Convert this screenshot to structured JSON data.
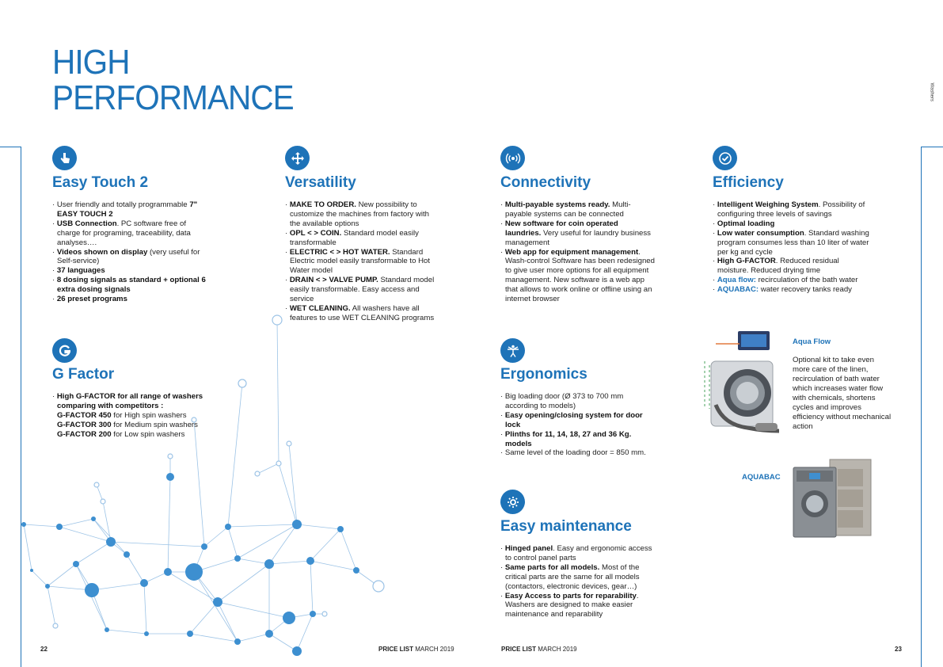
{
  "title": {
    "line1": "HIGH",
    "line2": "PERFORMANCE"
  },
  "side_label": "Washers",
  "colors": {
    "accent": "#1e73b8",
    "network": "#3d8fd0"
  },
  "sections": {
    "easy_touch": {
      "icon": "touch-hand-icon",
      "heading": "Easy Touch 2",
      "items": [
        {
          "b": "",
          "t": "User friendly and totally programmable ",
          "b2": "7\" EASY TOUCH 2"
        },
        {
          "b": "USB Connection",
          "t": ". PC software free of charge for programing, traceability, data analyses…."
        },
        {
          "b": "Videos shown on display",
          "t": " (very useful for Self-service)"
        },
        {
          "b": "37 languages",
          "t": ""
        },
        {
          "b": "8 dosing signals as standard + optional 6 extra dosing signals",
          "t": ""
        },
        {
          "b": "26 preset programs",
          "t": ""
        }
      ]
    },
    "versatility": {
      "icon": "arrows-cross-icon",
      "heading": "Versatility",
      "items": [
        {
          "b": "MAKE TO ORDER.",
          "t": " New possibility to customize the machines from factory with the available options"
        },
        {
          "b": "OPL < > COIN.",
          "t": " Standard model easily transformable"
        },
        {
          "b": "ELECTRIC < > HOT WATER.",
          "t": " Standard Electric model easily transformable to Hot Water model"
        },
        {
          "b": "DRAIN < > VALVE PUMP.",
          "t": " Standard model easily transformable. Easy access and service"
        },
        {
          "b": "WET CLEANING.",
          "t": " All washers have all features to use WET CLEANING programs"
        }
      ]
    },
    "connectivity": {
      "icon": "signal-waves-icon",
      "heading": "Connectivity",
      "items": [
        {
          "b": "Multi-payable systems ready.",
          "t": " Multi-payable systems can be connected"
        },
        {
          "b": "New software for coin operated laundries.",
          "t": " Very useful for laundry business management"
        },
        {
          "b": "Web app for equipment management",
          "t": ". Wash-control Software has been redesigned to give user more options for all equipment management. New software is a web app that allows to work online or offline using an internet browser"
        }
      ]
    },
    "efficiency": {
      "icon": "check-circle-icon",
      "heading": "Efficiency",
      "items": [
        {
          "b": "Intelligent Weighing System",
          "t": ". Possibility of configuring three levels of savings"
        },
        {
          "b": "Optimal loading",
          "t": ""
        },
        {
          "b": "Low water consumption",
          "t": ". Standard washing program consumes less than 10 liter of water per kg and cycle"
        },
        {
          "b": "High G-FACTOR",
          "t": ". Reduced residual moisture. Reduced drying time"
        },
        {
          "hl": "Aqua flow:",
          "t": " recirculation of the bath water"
        },
        {
          "hl": "AQUABAC:",
          "t": " water recovery tanks ready"
        }
      ]
    },
    "gfactor": {
      "icon": "g-letter-icon",
      "heading": "G Factor",
      "items": [
        {
          "b": "High G-FACTOR for all range of washers comparing with competitors :",
          "t": ""
        }
      ],
      "lines": [
        {
          "b": "G-FACTOR 450",
          "t": " for High spin washers"
        },
        {
          "b": "G-FACTOR 300",
          "t": " for Medium spin washers"
        },
        {
          "b": "G-FACTOR 200",
          "t": " for Low spin washers"
        }
      ]
    },
    "ergonomics": {
      "icon": "vitruvian-man-icon",
      "heading": "Ergonomics",
      "items": [
        {
          "b": "",
          "t": "Big loading door (Ø 373 to 700 mm according to models)"
        },
        {
          "b": "Easy opening/closing system for door lock",
          "t": ""
        },
        {
          "b": "Plinths for 11, 14, 18, 27 and 36 Kg. models",
          "t": ""
        },
        {
          "b": "",
          "t": "Same level of the loading door = 850 mm."
        }
      ]
    },
    "maintenance": {
      "icon": "tools-icon",
      "heading": "Easy maintenance",
      "items": [
        {
          "b": "Hinged panel",
          "t": ". Easy and ergonomic access to control panel parts"
        },
        {
          "b": "Same parts for all models.",
          "t": " Most of the critical parts are the same for all models (contactors, electronic devices, gear…)"
        },
        {
          "b": "Easy Access to parts for reparability",
          "t": ". Washers are designed to make easier maintenance and reparability"
        }
      ]
    }
  },
  "aquaflow": {
    "title": "Aqua Flow",
    "text": "Optional kit to take even more care of the linen, recirculation of bath water which increases water flow with chemicals, shortens cycles and improves efficiency without mechanical action"
  },
  "aquabac": {
    "title": "AQUABAC"
  },
  "footer": {
    "left_page": "22",
    "right_page": "23",
    "brand": "PRICE LIST",
    "date": "MARCH 2019"
  }
}
